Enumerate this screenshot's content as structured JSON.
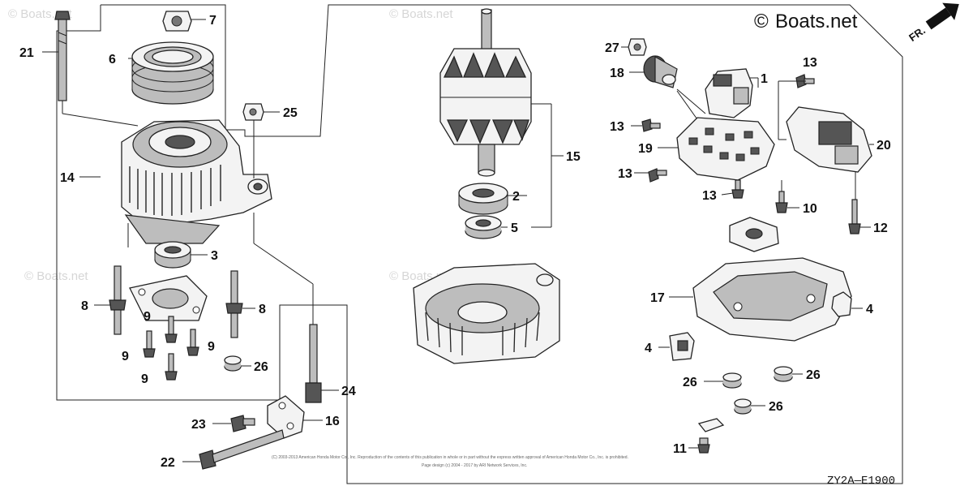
{
  "brand": {
    "symbol": "©",
    "name": "Boats.net"
  },
  "watermark": "© Boats.net",
  "direction": "FR.",
  "diagram_code": "ZY2A—E1900",
  "copyright": [
    "(C) 2003-2013 American Honda Motor Co., Inc. Reproduction of the contents of this publication in whole or in part without the express written approval of American Honda Motor Co., Inc. is prohibited.",
    "Page design (c) 2004 - 2017 by ARI Network Services, Inc."
  ],
  "callouts": [
    {
      "id": "c7",
      "label": "7"
    },
    {
      "id": "c21",
      "label": "21"
    },
    {
      "id": "c6",
      "label": "6"
    },
    {
      "id": "c25",
      "label": "25"
    },
    {
      "id": "c14",
      "label": "14"
    },
    {
      "id": "c3",
      "label": "3"
    },
    {
      "id": "c8a",
      "label": "8"
    },
    {
      "id": "c8b",
      "label": "8"
    },
    {
      "id": "c9a",
      "label": "9"
    },
    {
      "id": "c9b",
      "label": "9"
    },
    {
      "id": "c9c",
      "label": "9"
    },
    {
      "id": "c9d",
      "label": "9"
    },
    {
      "id": "c26a",
      "label": "26"
    },
    {
      "id": "c24",
      "label": "24"
    },
    {
      "id": "c16",
      "label": "16"
    },
    {
      "id": "c23",
      "label": "23"
    },
    {
      "id": "c22",
      "label": "22"
    },
    {
      "id": "c15",
      "label": "15"
    },
    {
      "id": "c2",
      "label": "2"
    },
    {
      "id": "c5",
      "label": "5"
    },
    {
      "id": "c27",
      "label": "27"
    },
    {
      "id": "c18",
      "label": "18"
    },
    {
      "id": "c1",
      "label": "1"
    },
    {
      "id": "c13a",
      "label": "13"
    },
    {
      "id": "c13b",
      "label": "13"
    },
    {
      "id": "c13c",
      "label": "13"
    },
    {
      "id": "c13d",
      "label": "13"
    },
    {
      "id": "c19",
      "label": "19"
    },
    {
      "id": "c20",
      "label": "20"
    },
    {
      "id": "c10",
      "label": "10"
    },
    {
      "id": "c12",
      "label": "12"
    },
    {
      "id": "c17",
      "label": "17"
    },
    {
      "id": "c4a",
      "label": "4"
    },
    {
      "id": "c4b",
      "label": "4"
    },
    {
      "id": "c26b",
      "label": "26"
    },
    {
      "id": "c26c",
      "label": "26"
    },
    {
      "id": "c26d",
      "label": "26"
    },
    {
      "id": "c11",
      "label": "11"
    }
  ]
}
